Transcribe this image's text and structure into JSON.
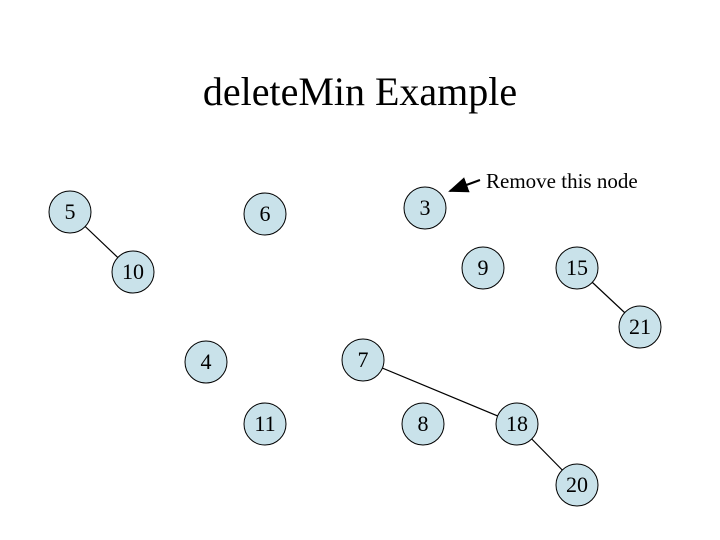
{
  "slide": {
    "title": "deleteMin Example",
    "annotation": "Remove this node"
  },
  "colors": {
    "node_fill": "#c9e2ea",
    "node_stroke": "#000000",
    "edge": "#000000"
  },
  "tree": {
    "nodes": [
      {
        "id": "n5",
        "label": "5"
      },
      {
        "id": "n6",
        "label": "6"
      },
      {
        "id": "n3",
        "label": "3"
      },
      {
        "id": "n10",
        "label": "10"
      },
      {
        "id": "n9",
        "label": "9"
      },
      {
        "id": "n15",
        "label": "15"
      },
      {
        "id": "n21",
        "label": "21"
      },
      {
        "id": "n4",
        "label": "4"
      },
      {
        "id": "n7",
        "label": "7"
      },
      {
        "id": "n11",
        "label": "11"
      },
      {
        "id": "n8",
        "label": "8"
      },
      {
        "id": "n18",
        "label": "18"
      },
      {
        "id": "n20",
        "label": "20"
      }
    ],
    "edges": [
      {
        "from": "n5",
        "to": "n10"
      },
      {
        "from": "n15",
        "to": "n21"
      },
      {
        "from": "n7",
        "to": "n18"
      },
      {
        "from": "n18",
        "to": "n20"
      }
    ]
  }
}
